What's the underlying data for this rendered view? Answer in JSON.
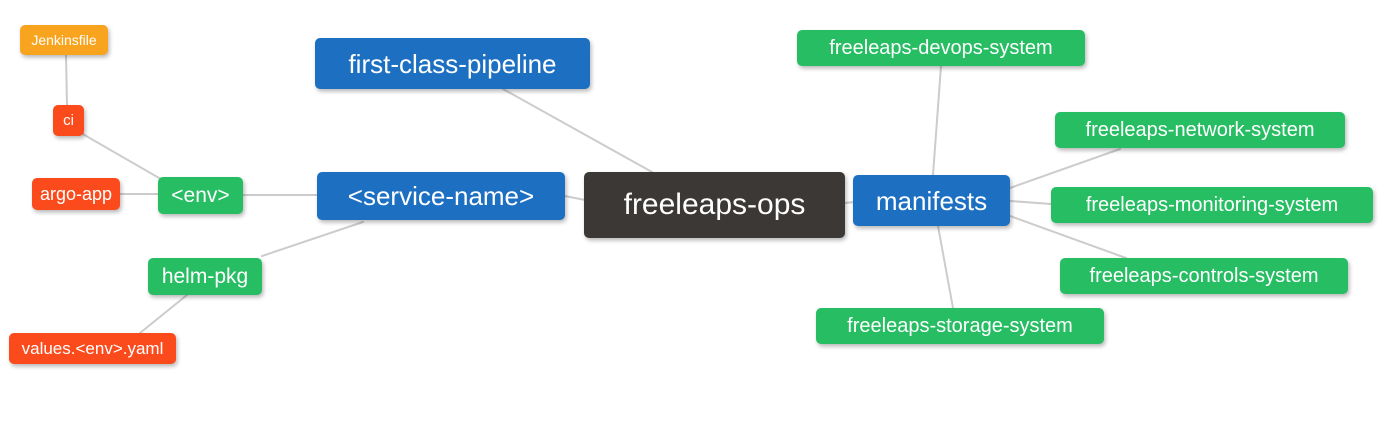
{
  "diagram": {
    "type": "mindmap",
    "root_label": "freeleaps-ops",
    "palette": {
      "root_node": "#3b3835",
      "branch_node": "#1d6fc2",
      "green_leaf": "#26bd63",
      "red_leaf": "#fb4a1c",
      "orange_leaf": "#f9a41f",
      "edge_line": "#cccccc",
      "node_text": "#ffffff",
      "background": "#ffffff"
    },
    "nodes": [
      {
        "id": "jenkinsfile",
        "label": "Jenkinsfile"
      },
      {
        "id": "ci",
        "label": "ci"
      },
      {
        "id": "argo-app",
        "label": "argo-app"
      },
      {
        "id": "env",
        "label": "<env>"
      },
      {
        "id": "helm-pkg",
        "label": "helm-pkg"
      },
      {
        "id": "values-env-yaml",
        "label": "values.<env>.yaml"
      },
      {
        "id": "first-class-pipeline",
        "label": "first-class-pipeline"
      },
      {
        "id": "service-name",
        "label": "<service-name>"
      },
      {
        "id": "freeleaps-ops",
        "label": "freeleaps-ops"
      },
      {
        "id": "manifests",
        "label": "manifests"
      },
      {
        "id": "freeleaps-devops-system",
        "label": "freeleaps-devops-system"
      },
      {
        "id": "freeleaps-network-system",
        "label": "freeleaps-network-system"
      },
      {
        "id": "freeleaps-monitoring-system",
        "label": "freeleaps-monitoring-system"
      },
      {
        "id": "freeleaps-controls-system",
        "label": "freeleaps-controls-system"
      },
      {
        "id": "freeleaps-storage-system",
        "label": "freeleaps-storage-system"
      }
    ],
    "edges": [
      {
        "from": "jenkinsfile",
        "to": "ci"
      },
      {
        "from": "ci",
        "to": "env"
      },
      {
        "from": "argo-app",
        "to": "env"
      },
      {
        "from": "env",
        "to": "service-name"
      },
      {
        "from": "helm-pkg",
        "to": "service-name"
      },
      {
        "from": "values-env-yaml",
        "to": "helm-pkg"
      },
      {
        "from": "service-name",
        "to": "freeleaps-ops"
      },
      {
        "from": "first-class-pipeline",
        "to": "freeleaps-ops"
      },
      {
        "from": "freeleaps-ops",
        "to": "manifests"
      },
      {
        "from": "manifests",
        "to": "freeleaps-devops-system"
      },
      {
        "from": "manifests",
        "to": "freeleaps-network-system"
      },
      {
        "from": "manifests",
        "to": "freeleaps-monitoring-system"
      },
      {
        "from": "manifests",
        "to": "freeleaps-controls-system"
      },
      {
        "from": "manifests",
        "to": "freeleaps-storage-system"
      }
    ]
  }
}
